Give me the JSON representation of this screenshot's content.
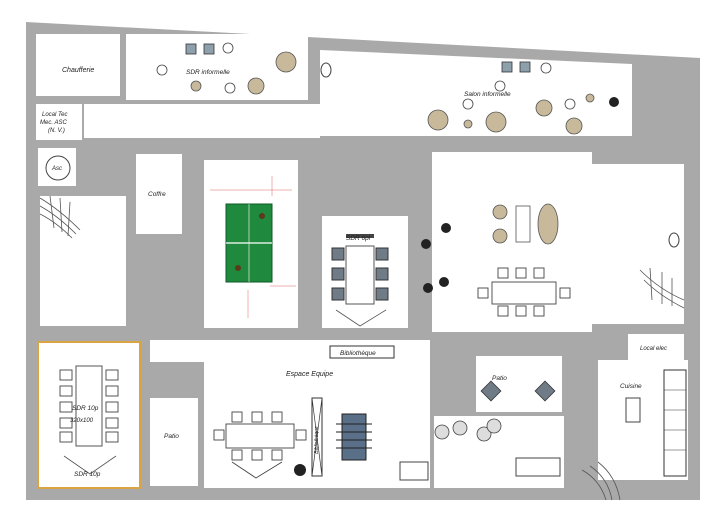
{
  "rooms": {
    "chaufferie": "Chaufferie",
    "sdr_informelle": "SDR informelle",
    "salon_informelle": "Salon informelle",
    "local_tec_1": "Local Tec",
    "local_tec_2": "Mec. ASC",
    "local_tec_3": "(N. V.)",
    "asc": "Asc",
    "coffre": "Coffre",
    "sdr_6pl": "SDR 6pl",
    "bibliotheque": "Bibliothèque",
    "espace_equipe": "Espace Equipe",
    "patio_center": "Patio",
    "patio_left": "Patio",
    "cuisine": "Cuisine",
    "local_elec": "Local elec",
    "sdr_10p_1": "SDR 10p",
    "sdr_10p_2": "320x100",
    "sdr_10p_bottom": "SDR 10p",
    "bibliotheque_vertical": "Bibliothèque"
  },
  "colors": {
    "wall": "#a9a9a9",
    "wall_dark": "#8c8c8c",
    "floor": "#ffffff",
    "ping_pong_table": "#1f8a3e",
    "highlight_border": "#d9a441",
    "furniture_stroke": "#555555",
    "armchair": "#c8b99a"
  }
}
